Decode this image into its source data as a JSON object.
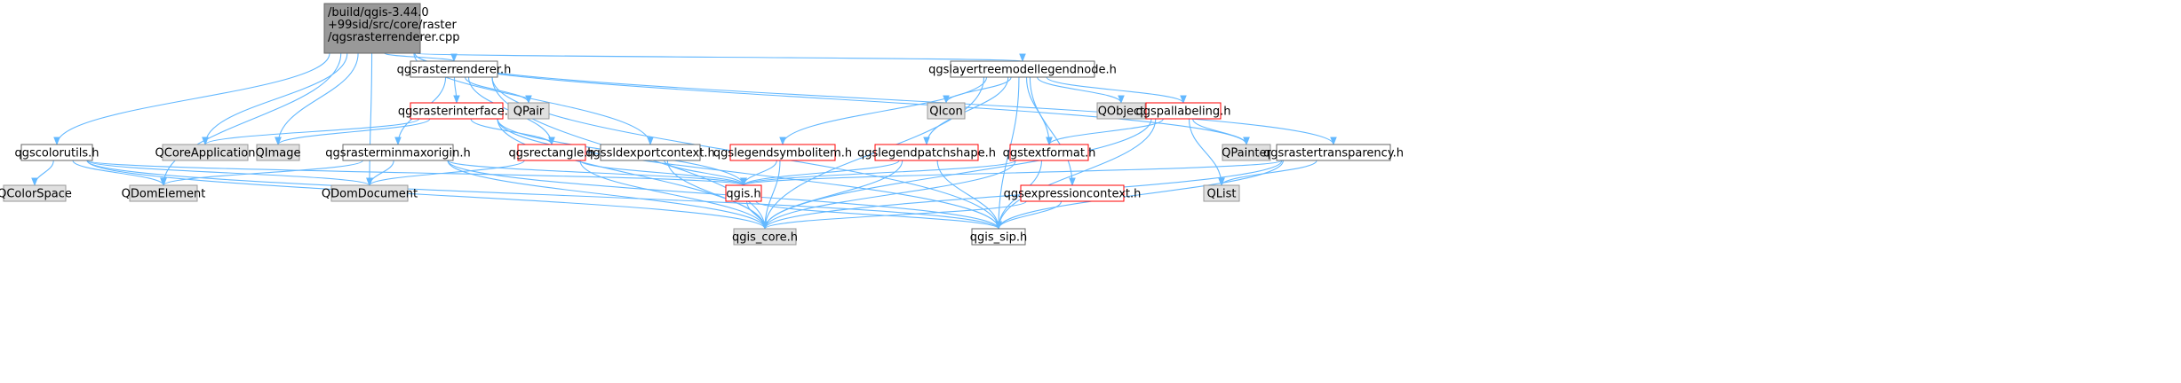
{
  "colors": {
    "edge": "#63b8ff",
    "root_fill": "#999999",
    "root_border": "#666666",
    "doc_fill": "#ffffff",
    "doc_border": "#666666",
    "undoc_fill": "#ffffff",
    "undoc_border": "#ff0000",
    "ext_fill": "#e0e0e0",
    "ext_border": "#999999"
  },
  "nodes": [
    {
      "id": "root",
      "kind": "root",
      "lines": [
        "/build/qgis-3.44.0",
        "+99sid/src/core/raster",
        "/qgsrasterrenderer.cpp"
      ]
    },
    {
      "id": "rasterrenderer_h",
      "kind": "doc",
      "lines": [
        "qgsrasterrenderer.h"
      ]
    },
    {
      "id": "layertreemodellegendnode_h",
      "kind": "doc",
      "lines": [
        "qgslayertreemodellegendnode.h"
      ]
    },
    {
      "id": "colorutils_h",
      "kind": "doc",
      "lines": [
        "qgscolorutils.h"
      ]
    },
    {
      "id": "rasterinterface_h",
      "kind": "undoc",
      "lines": [
        "qgsrasterinterface.h"
      ]
    },
    {
      "id": "qpair",
      "kind": "ext",
      "lines": [
        "QPair"
      ]
    },
    {
      "id": "qicon",
      "kind": "ext",
      "lines": [
        "QIcon"
      ]
    },
    {
      "id": "qobject",
      "kind": "ext",
      "lines": [
        "QObject"
      ]
    },
    {
      "id": "pallabeling_h",
      "kind": "undoc",
      "lines": [
        "qgspallabeling.h"
      ]
    },
    {
      "id": "qcoreapplication",
      "kind": "ext",
      "lines": [
        "QCoreApplication"
      ]
    },
    {
      "id": "qimage",
      "kind": "ext",
      "lines": [
        "QImage"
      ]
    },
    {
      "id": "rasterminmaxorigin_h",
      "kind": "doc",
      "lines": [
        "qgsrasterminmaxorigin.h"
      ]
    },
    {
      "id": "rectangle_h",
      "kind": "undoc",
      "lines": [
        "qgsrectangle.h"
      ]
    },
    {
      "id": "sldexportcontext_h",
      "kind": "doc",
      "lines": [
        "qgssldexportcontext.h"
      ]
    },
    {
      "id": "legendsymbolitem_h",
      "kind": "undoc",
      "lines": [
        "qgslegendsymbolitem.h"
      ]
    },
    {
      "id": "legendpatchshape_h",
      "kind": "undoc",
      "lines": [
        "qgslegendpatchshape.h"
      ]
    },
    {
      "id": "textformat_h",
      "kind": "undoc",
      "lines": [
        "qgstextformat.h"
      ]
    },
    {
      "id": "qpainter",
      "kind": "ext",
      "lines": [
        "QPainter"
      ]
    },
    {
      "id": "rastertransparency_h",
      "kind": "doc",
      "lines": [
        "qgsrastertransparency.h"
      ]
    },
    {
      "id": "qcolorspace",
      "kind": "ext",
      "lines": [
        "QColorSpace"
      ]
    },
    {
      "id": "qdomelement",
      "kind": "ext",
      "lines": [
        "QDomElement"
      ]
    },
    {
      "id": "qdomdocument",
      "kind": "ext",
      "lines": [
        "QDomDocument"
      ]
    },
    {
      "id": "qgis_h",
      "kind": "undoc",
      "lines": [
        "qgis.h"
      ]
    },
    {
      "id": "qlist",
      "kind": "ext",
      "lines": [
        "QList"
      ]
    },
    {
      "id": "expressioncontext_h",
      "kind": "undoc",
      "lines": [
        "qgsexpressioncontext.h"
      ]
    },
    {
      "id": "qgis_core_h",
      "kind": "ext",
      "lines": [
        "qgis_core.h"
      ]
    },
    {
      "id": "qgis_sip_h",
      "kind": "doc",
      "lines": [
        "qgis_sip.h"
      ]
    }
  ],
  "edges": [
    [
      "root",
      "rasterrenderer_h"
    ],
    [
      "root",
      "layertreemodellegendnode_h"
    ],
    [
      "root",
      "colorutils_h"
    ],
    [
      "root",
      "qcoreapplication"
    ],
    [
      "root",
      "qimage"
    ],
    [
      "root",
      "sldexportcontext_h"
    ],
    [
      "root",
      "qdomelement"
    ],
    [
      "root",
      "qdomdocument"
    ],
    [
      "root",
      "qpainter"
    ],
    [
      "root",
      "rastertransparency_h"
    ],
    [
      "rasterrenderer_h",
      "rasterinterface_h"
    ],
    [
      "rasterrenderer_h",
      "qpair"
    ],
    [
      "rasterrenderer_h",
      "rasterminmaxorigin_h"
    ],
    [
      "rasterrenderer_h",
      "rectangle_h"
    ],
    [
      "rasterrenderer_h",
      "qgis_core_h"
    ],
    [
      "rasterrenderer_h",
      "qgis_sip_h"
    ],
    [
      "rasterinterface_h",
      "qcoreapplication"
    ],
    [
      "rasterinterface_h",
      "qimage"
    ],
    [
      "rasterinterface_h",
      "rectangle_h"
    ],
    [
      "rasterinterface_h",
      "qgis_h"
    ],
    [
      "rasterinterface_h",
      "qgis_core_h"
    ],
    [
      "rasterinterface_h",
      "qgis_sip_h"
    ],
    [
      "rasterminmaxorigin_h",
      "qdomelement"
    ],
    [
      "rasterminmaxorigin_h",
      "qdomdocument"
    ],
    [
      "rasterminmaxorigin_h",
      "qgis_h"
    ],
    [
      "rasterminmaxorigin_h",
      "qgis_core_h"
    ],
    [
      "rasterminmaxorigin_h",
      "qgis_sip_h"
    ],
    [
      "rectangle_h",
      "qdomdocument"
    ],
    [
      "rectangle_h",
      "qgis_h"
    ],
    [
      "rectangle_h",
      "qgis_core_h"
    ],
    [
      "sldexportcontext_h",
      "qgis_h"
    ],
    [
      "sldexportcontext_h",
      "qgis_core_h"
    ],
    [
      "colorutils_h",
      "qcolorspace"
    ],
    [
      "colorutils_h",
      "qdomelement"
    ],
    [
      "colorutils_h",
      "qdomdocument"
    ],
    [
      "colorutils_h",
      "qgis_h"
    ],
    [
      "colorutils_h",
      "qgis_core_h"
    ],
    [
      "colorutils_h",
      "qgis_sip_h"
    ],
    [
      "layertreemodellegendnode_h",
      "qicon"
    ],
    [
      "layertreemodellegendnode_h",
      "qobject"
    ],
    [
      "layertreemodellegendnode_h",
      "pallabeling_h"
    ],
    [
      "layertreemodellegendnode_h",
      "legendsymbolitem_h"
    ],
    [
      "layertreemodellegendnode_h",
      "legendpatchshape_h"
    ],
    [
      "layertreemodellegendnode_h",
      "textformat_h"
    ],
    [
      "layertreemodellegendnode_h",
      "expressioncontext_h"
    ],
    [
      "layertreemodellegendnode_h",
      "qgis_core_h"
    ],
    [
      "layertreemodellegendnode_h",
      "qgis_sip_h"
    ],
    [
      "pallabeling_h",
      "textformat_h"
    ],
    [
      "pallabeling_h",
      "qpainter"
    ],
    [
      "pallabeling_h",
      "qlist"
    ],
    [
      "pallabeling_h",
      "qgis_core_h"
    ],
    [
      "pallabeling_h",
      "qgis_sip_h"
    ],
    [
      "legendsymbolitem_h",
      "qgis_h"
    ],
    [
      "legendsymbolitem_h",
      "qgis_core_h"
    ],
    [
      "legendpatchshape_h",
      "qgis_h"
    ],
    [
      "legendpatchshape_h",
      "qgis_core_h"
    ],
    [
      "legendpatchshape_h",
      "qgis_sip_h"
    ],
    [
      "textformat_h",
      "qgis_h"
    ],
    [
      "textformat_h",
      "qgis_core_h"
    ],
    [
      "textformat_h",
      "qgis_sip_h"
    ],
    [
      "expressioncontext_h",
      "qgis_core_h"
    ],
    [
      "expressioncontext_h",
      "qgis_sip_h"
    ],
    [
      "rastertransparency_h",
      "qgis_h"
    ],
    [
      "rastertransparency_h",
      "qlist"
    ],
    [
      "rastertransparency_h",
      "qgis_core_h"
    ],
    [
      "rastertransparency_h",
      "qgis_sip_h"
    ],
    [
      "qgis_h",
      "qgis_core_h"
    ],
    [
      "qgis_h",
      "qgis_sip_h"
    ]
  ]
}
